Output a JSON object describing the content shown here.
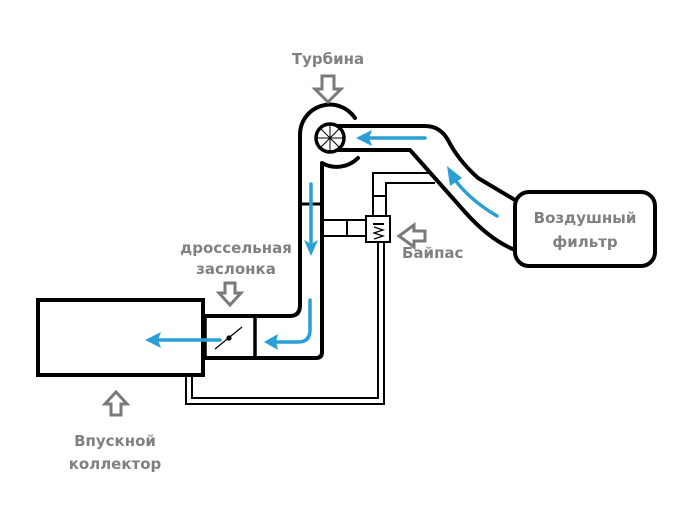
{
  "labels": {
    "turbine": "Турбина",
    "air_filter_line1": "Воздушный",
    "air_filter_line2": "фильтр",
    "bypass": "Байпас",
    "throttle_line1": "дроссельная",
    "throttle_line2": "заслонка",
    "intake_line1": "Впускной",
    "intake_line2": "коллектор"
  },
  "colors": {
    "flow": "#2a9fd6",
    "label": "#808080",
    "line": "#000000"
  }
}
